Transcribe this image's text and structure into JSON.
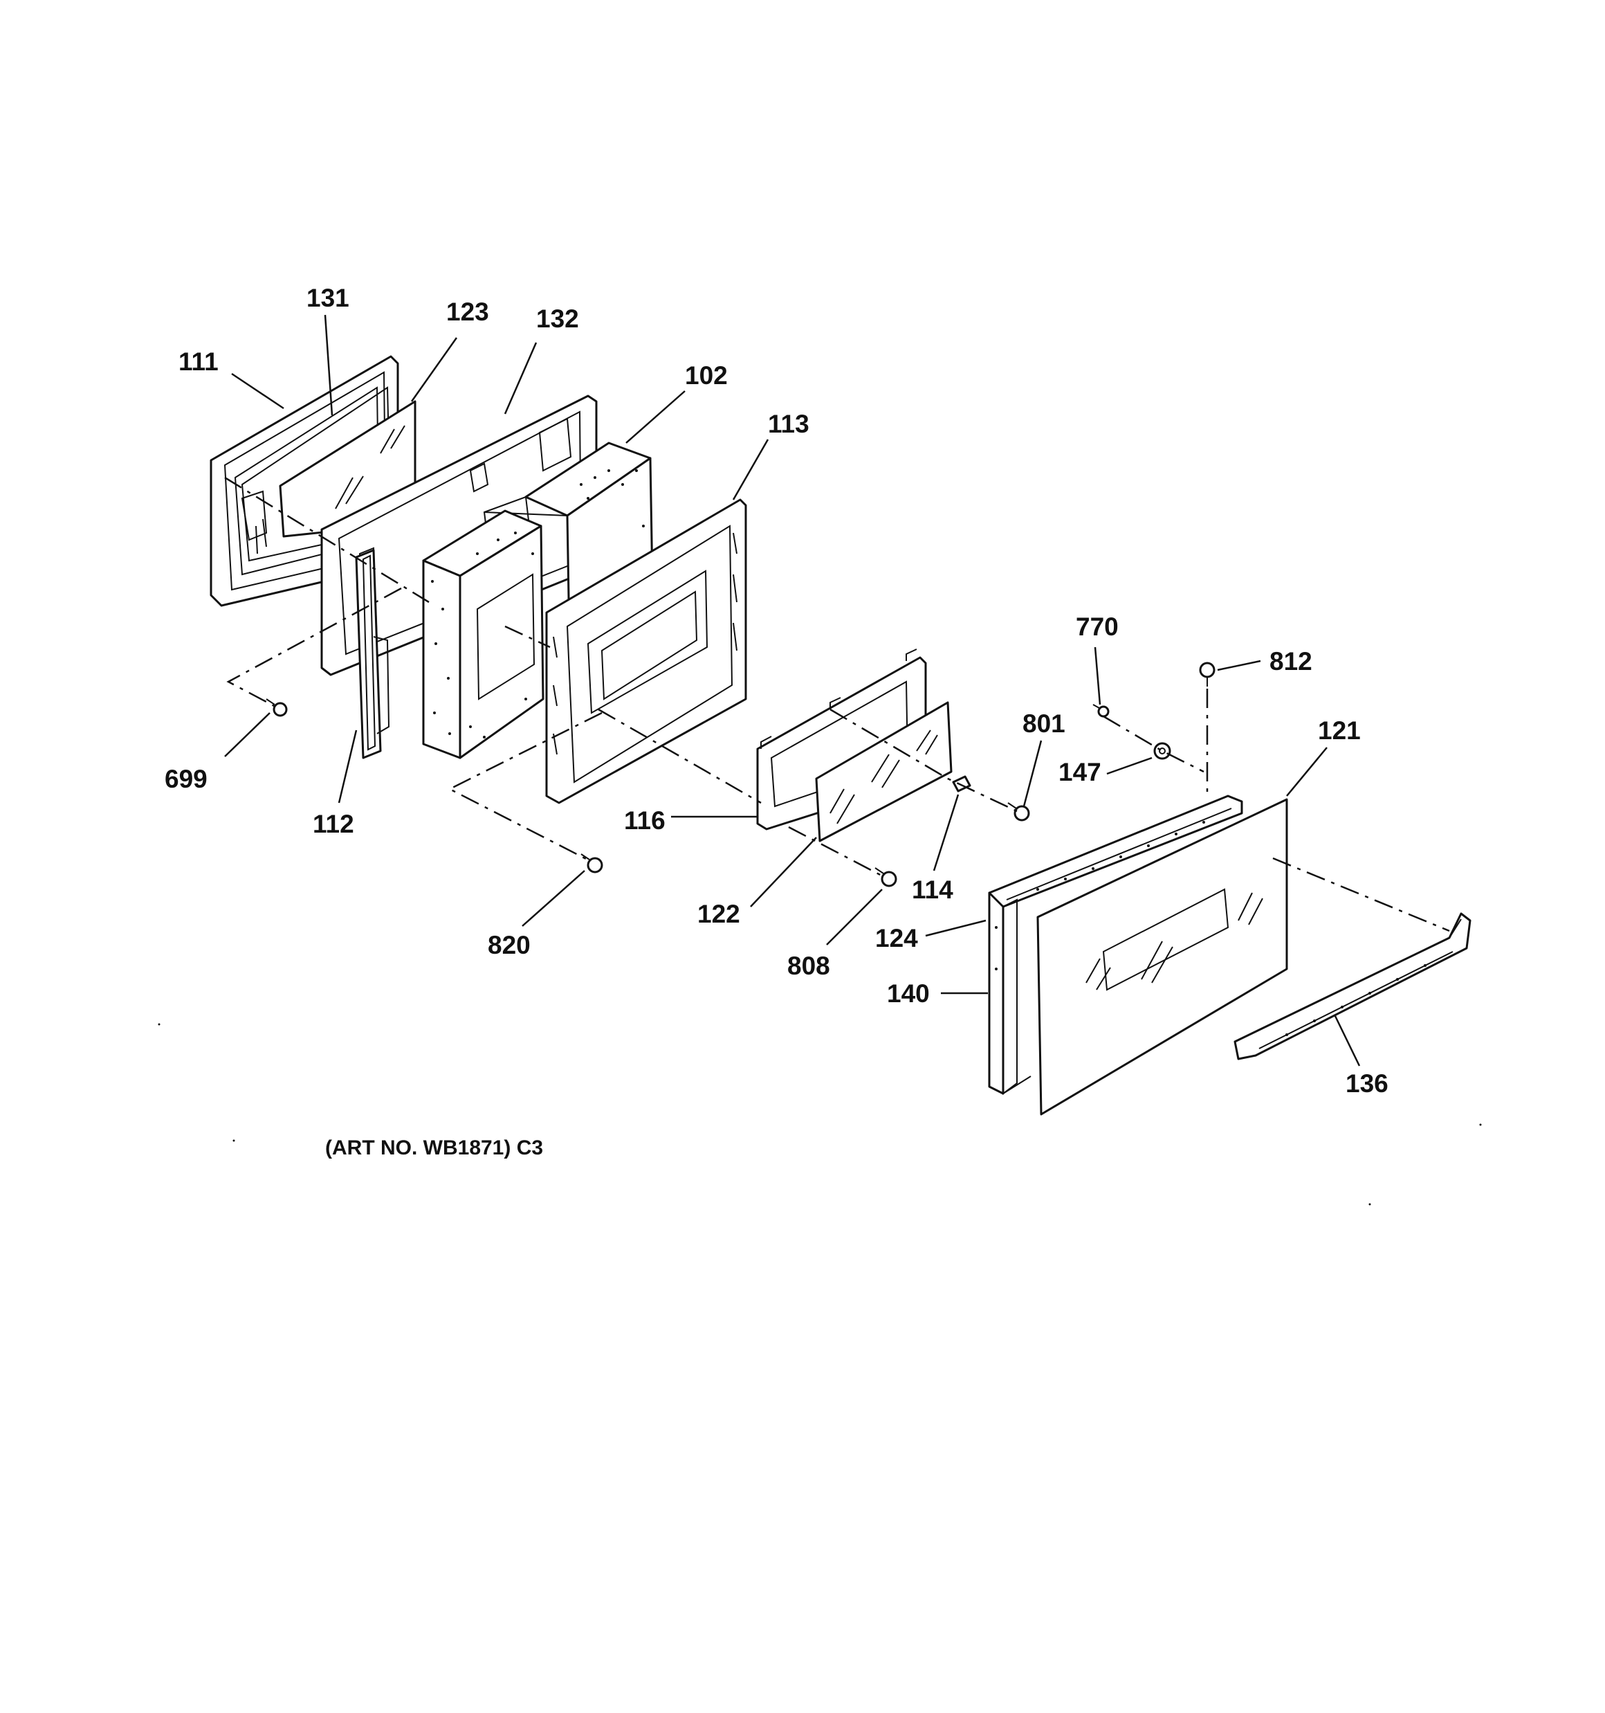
{
  "caption": "(ART NO. WB1871) C3",
  "callouts": {
    "p111": "111",
    "p131": "131",
    "p123": "123",
    "p132": "132",
    "p102": "102",
    "p113": "113",
    "p699": "699",
    "p112": "112",
    "p116": "116",
    "p820": "820",
    "p122": "122",
    "p808": "808",
    "p114": "114",
    "p801": "801",
    "p770": "770",
    "p812": "812",
    "p147": "147",
    "p121": "121",
    "p124": "124",
    "p140": "140",
    "p136": "136"
  }
}
